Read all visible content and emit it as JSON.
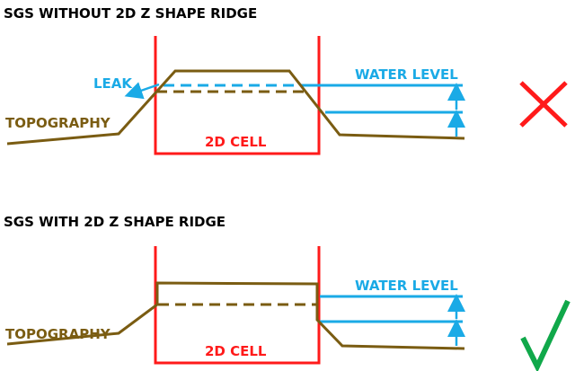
{
  "colors": {
    "topography": "#7a5c12",
    "water": "#1aaae6",
    "cell": "#ff1a1a",
    "check": "#10a84a"
  },
  "panels": [
    {
      "title": "SGS WITHOUT 2D Z SHAPE RIDGE",
      "topography_label": "TOPOGRAPHY",
      "water_label": "WATER LEVEL",
      "cell_label": "2D CELL",
      "leak_label": "LEAK",
      "result_icon": "cross-icon"
    },
    {
      "title": "SGS WITH 2D Z SHAPE RIDGE",
      "topography_label": "TOPOGRAPHY",
      "water_label": "WATER LEVEL",
      "cell_label": "2D CELL",
      "result_icon": "check-icon"
    }
  ]
}
